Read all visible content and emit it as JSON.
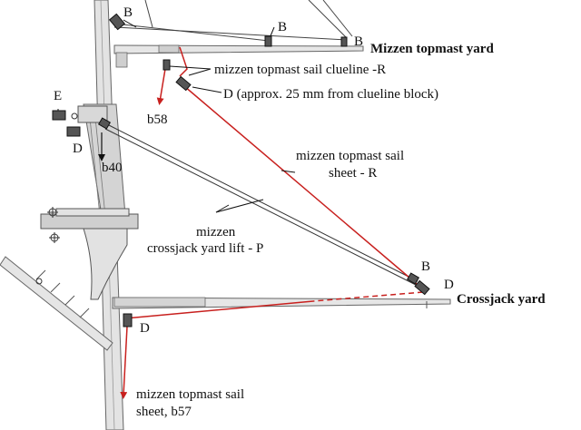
{
  "colors": {
    "sheet": "#c8201e",
    "line": "#222222",
    "spar": "#b9b9b9",
    "mast": "#c7c7c7"
  },
  "yards": {
    "mizzen_topmast": "Mizzen topmast yard",
    "crossjack": "Crossjack yard"
  },
  "blocks": {
    "B": "B",
    "D": "D",
    "E": "E"
  },
  "labels": {
    "clueline": "mizzen topmast sail clueline -R",
    "d_note": "D (approx. 25 mm from clueline block)",
    "b58": "b58",
    "b40": "b40",
    "sheet_line1": "mizzen topmast sail",
    "sheet_line2": "sheet - R",
    "lift_line1": "mizzen",
    "lift_line2": "crossjack yard lift - P",
    "bottom_line1": "mizzen topmast sail",
    "bottom_line2": "sheet, b57"
  }
}
